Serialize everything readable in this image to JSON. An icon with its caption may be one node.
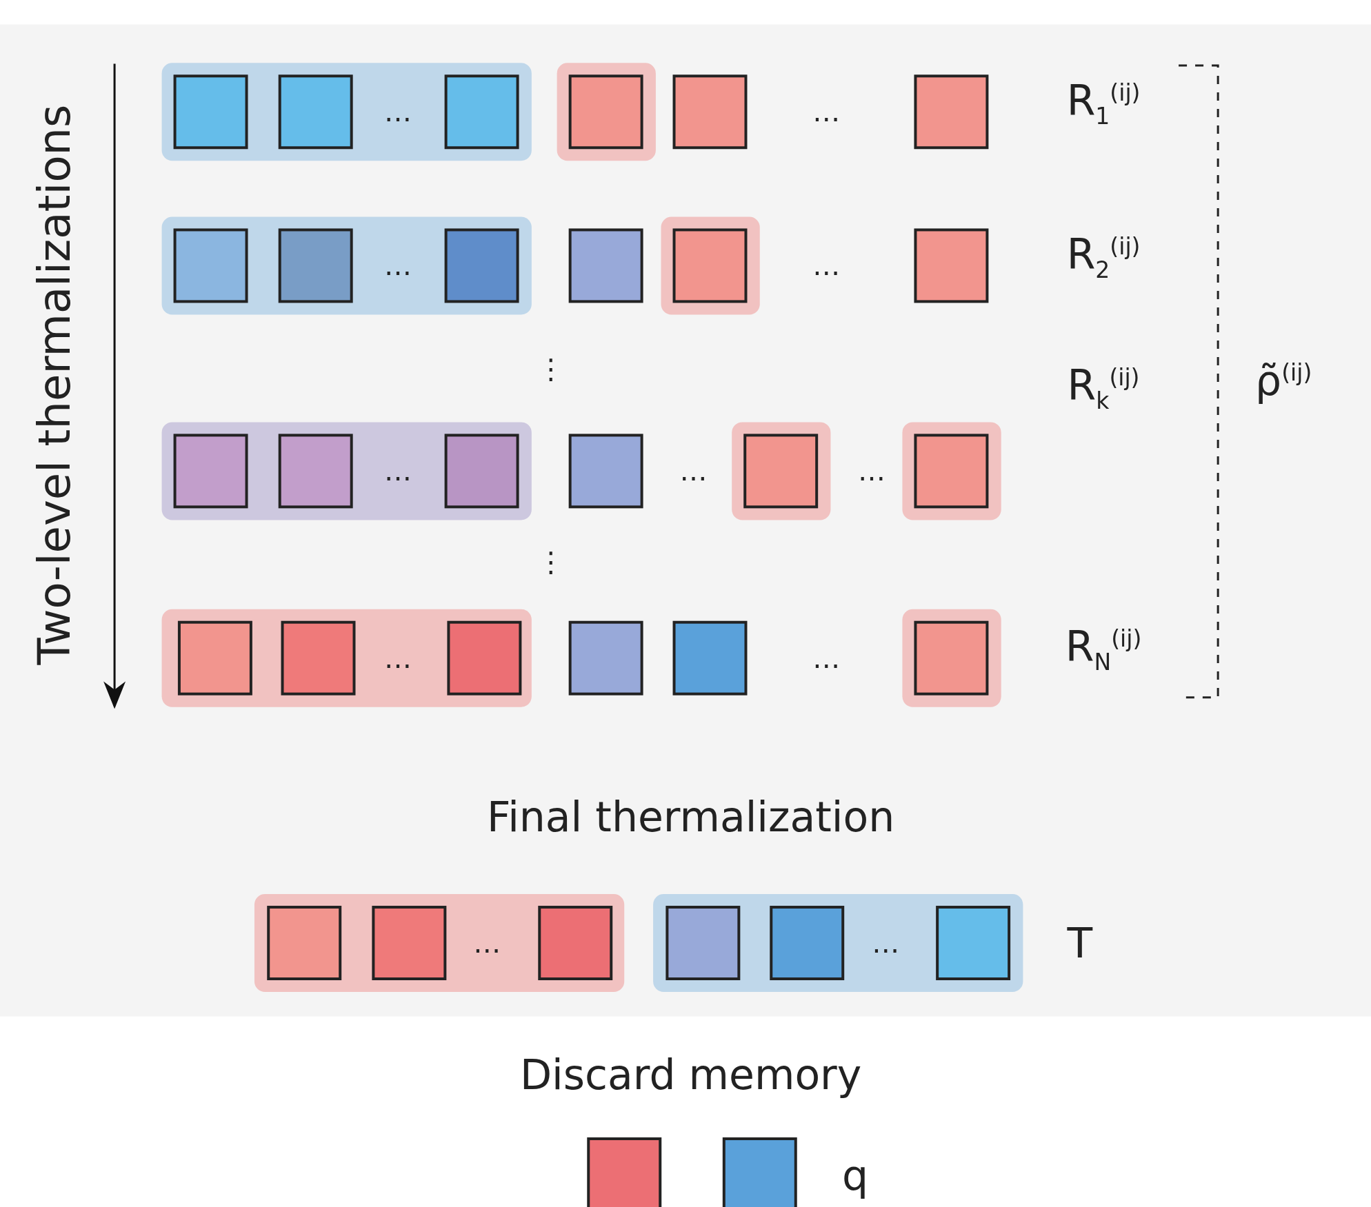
{
  "diagram": {
    "labels": [
      "Two-level thermalizations",
      "…",
      "…",
      "R$_{1}$$^{(ij)}$",
      "…",
      "…",
      "R$_{2}$$^{(ij)}$",
      "⋮",
      "R$_{k}$$^{(ij)}$",
      "ρ̃$^{(ij)}$",
      "…",
      "…",
      "…",
      "⋮",
      "…",
      "…",
      "R$_{N}$$^{(ij)}$",
      "Final thermalization",
      "…",
      "…",
      "T",
      "Discard memory",
      "q"
    ]
  }
}
